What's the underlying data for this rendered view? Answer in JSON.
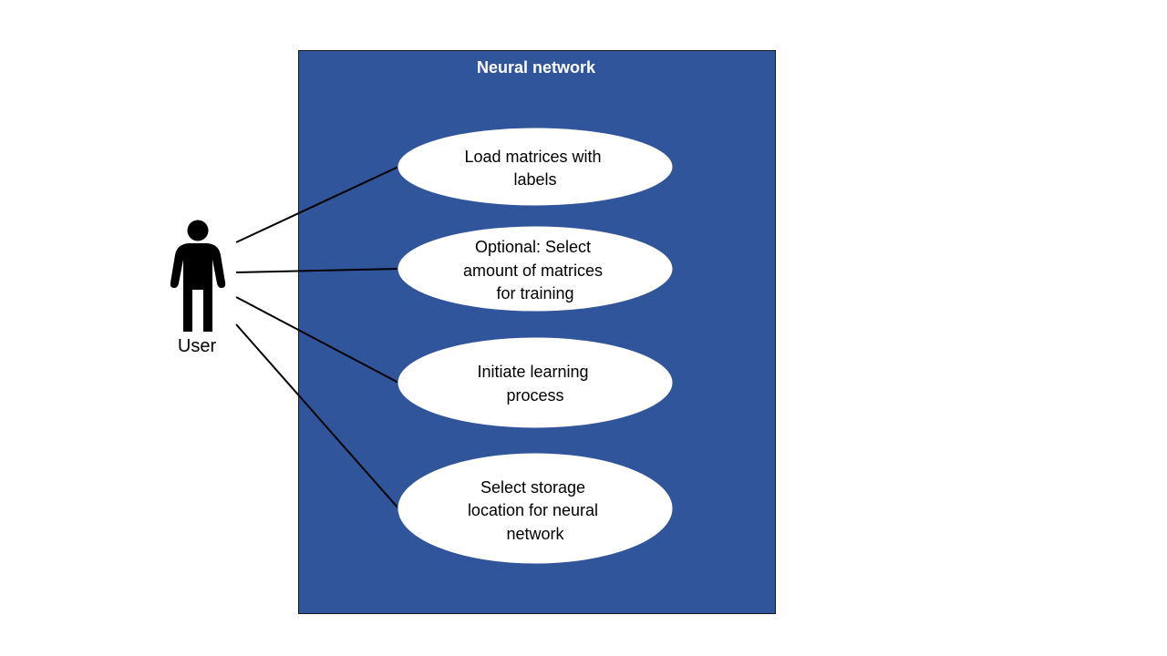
{
  "system": {
    "title": "Neural network",
    "fill_color": "#31559A",
    "border_color": "#1a1a1a"
  },
  "actor": {
    "label": "User",
    "icon": "person-icon",
    "color": "#000000"
  },
  "use_cases": [
    {
      "lines": [
        "Load matrices with",
        "labels"
      ]
    },
    {
      "lines": [
        "Optional: Select",
        "amount of matrices",
        "for training"
      ]
    },
    {
      "lines": [
        "Initiate learning",
        "process"
      ]
    },
    {
      "lines": [
        "Select storage",
        "location for neural",
        "network"
      ]
    }
  ]
}
